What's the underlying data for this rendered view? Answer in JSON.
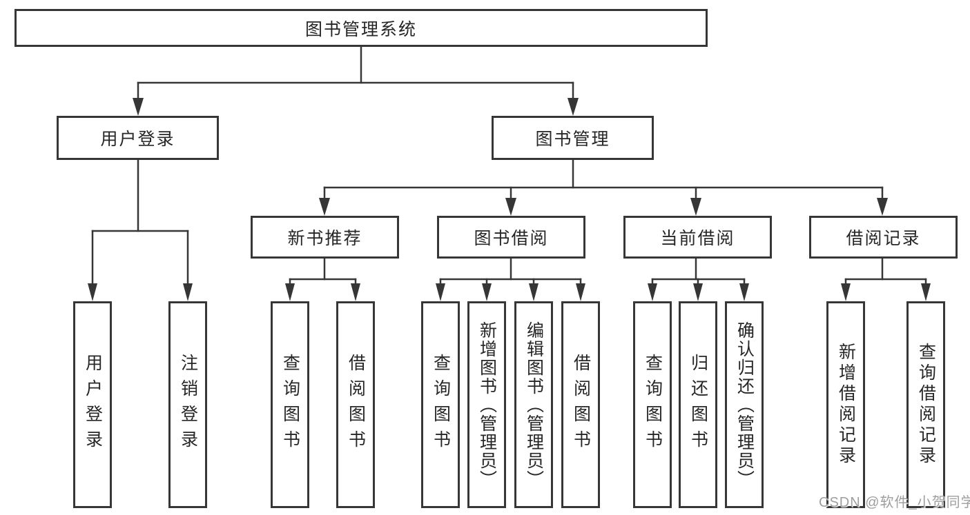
{
  "diagram": {
    "root": {
      "label": "图书管理系统",
      "children": [
        {
          "label": "用户登录",
          "children": [
            {
              "label": "用户登录"
            },
            {
              "label": "注销登录"
            }
          ]
        },
        {
          "label": "图书管理",
          "children": [
            {
              "label": "新书推荐",
              "children": [
                {
                  "label": "查询图书"
                },
                {
                  "label": "借阅图书"
                }
              ]
            },
            {
              "label": "图书借阅",
              "children": [
                {
                  "label": "查询图书"
                },
                {
                  "label": "新增图书（管理员）"
                },
                {
                  "label": "编辑图书（管理员）"
                },
                {
                  "label": "借阅图书"
                }
              ]
            },
            {
              "label": "当前借阅",
              "children": [
                {
                  "label": "查询图书"
                },
                {
                  "label": "归还图书"
                },
                {
                  "label": "确认归还（管理员）"
                }
              ]
            },
            {
              "label": "借阅记录",
              "children": [
                {
                  "label": "新增借阅记录"
                },
                {
                  "label": "查询借阅记录"
                }
              ]
            }
          ]
        }
      ]
    }
  },
  "watermark": {
    "text": "CSDN @软件_小贺同学"
  },
  "colors": {
    "line": "#363636",
    "border": "#363636",
    "text": "#262626",
    "background": "#ffffff",
    "watermark": "#9e9e9e"
  }
}
